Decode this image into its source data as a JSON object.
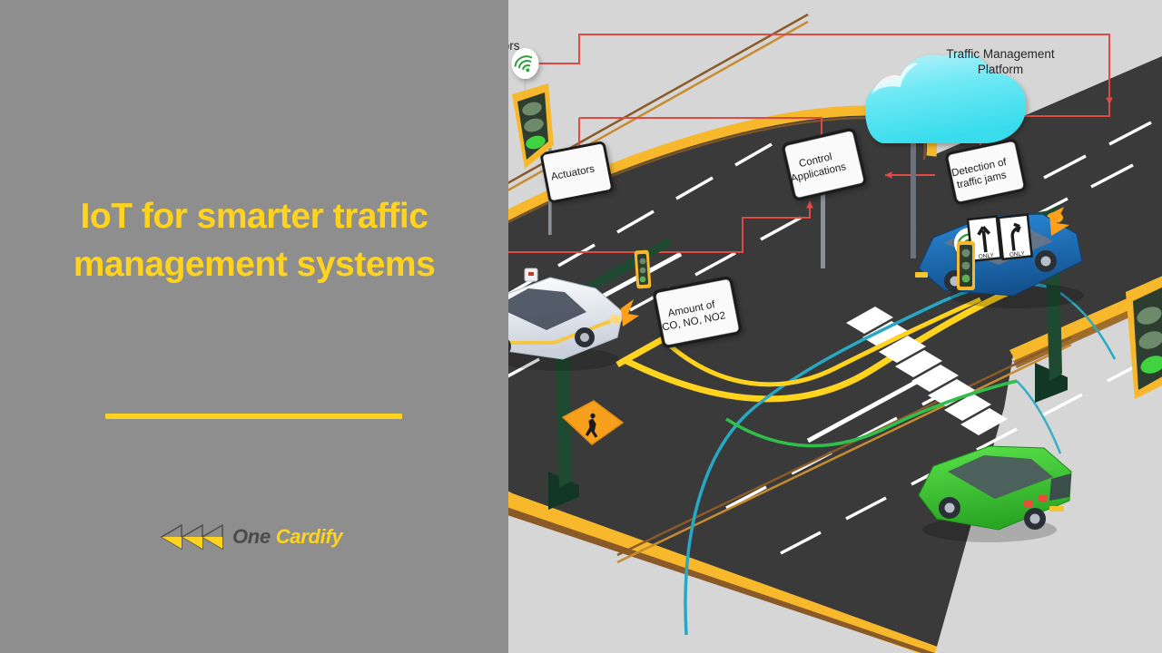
{
  "slide": {
    "title": "IoT for smarter traffic\nmanagement systems",
    "title_line_1": "IoT for smarter traffic",
    "title_line_2": "management systems",
    "background_color": "#8e8e8e",
    "accent_color": "#ffd31e"
  },
  "logo": {
    "mark_name": "triple-chevron-left-icon",
    "word_one": "One",
    "word_two": "Cardify",
    "one_color": "#4b4b4b",
    "cardify_color": "#ffd31e"
  },
  "illustration": {
    "background_color": "#d6d6d6",
    "road_color": "#3a3a3a",
    "curb_color": "#f7b92b",
    "connector_color": "#e04a45",
    "cloud_color": "#57e8f0",
    "pole_color": "#1f4a32",
    "traffic_light_green": "#3fd43f",
    "link_cyan": "#27a8c4",
    "link_green": "#2fbf4a",
    "link_yellow": "#ffd31e",
    "diagram_labels": [
      {
        "name": "sensors-label",
        "text": "ensors"
      },
      {
        "name": "traffic-management-platform-label",
        "text": "Traffic Management\nPlatform"
      }
    ],
    "signs": [
      {
        "name": "actuators-sign",
        "text": "Actuators"
      },
      {
        "name": "control-applications-sign",
        "text": "Control\nApplications"
      },
      {
        "name": "detection-of-traffic-jams-sign",
        "text": "Detection of\ntraffic jams"
      },
      {
        "name": "amount-of-emissions-sign",
        "text": "Amount of\nCO, NO, NO2"
      }
    ],
    "vehicles": [
      {
        "name": "white-sedan",
        "color": "#e9ecf2"
      },
      {
        "name": "blue-sedan",
        "color": "#1f6fc4"
      },
      {
        "name": "green-hatchback",
        "color": "#3fd336"
      }
    ],
    "road_signs": [
      {
        "name": "pedestrian-crossing-sign",
        "text": ""
      },
      {
        "name": "lane-only-straight-sign",
        "text": "ONLY"
      },
      {
        "name": "lane-only-right-sign",
        "text": "ONLY"
      }
    ]
  }
}
